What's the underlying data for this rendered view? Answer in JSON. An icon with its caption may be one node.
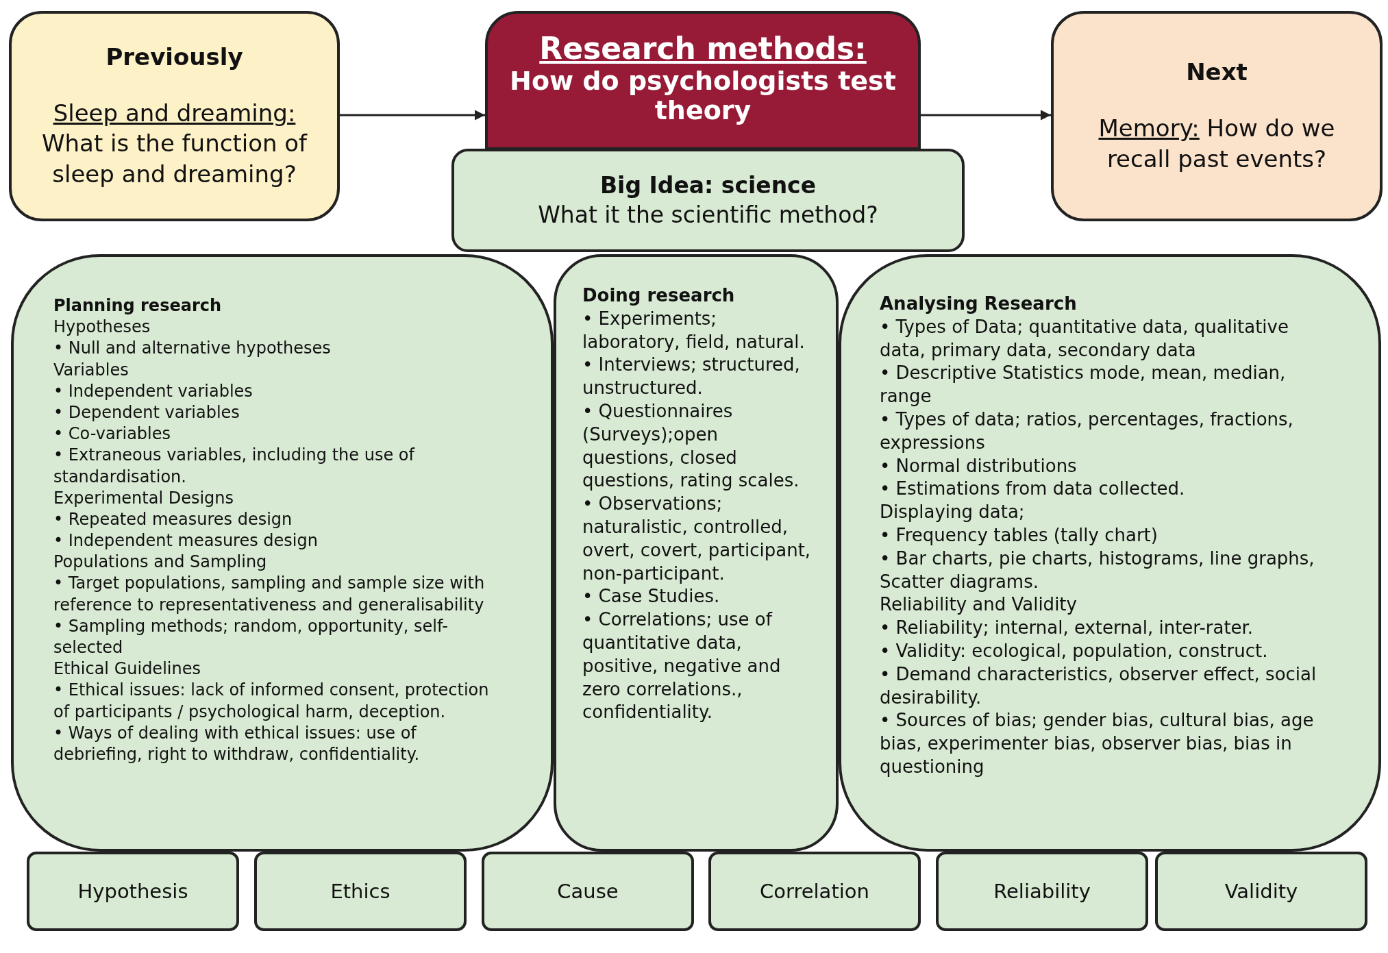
{
  "diagram": {
    "nodes": [
      {
        "text": [
          "Previously",
          "Sleep and dreaming:",
          "What is the function of sleep and dreaming?"
        ]
      },
      {
        "text": [
          "Research methods:",
          "How do psychologists test theory"
        ]
      },
      {
        "text": [
          "Next",
          "Memory:",
          "How do we recall past events?"
        ]
      },
      {
        "text": [
          "Big Idea: science",
          "What it the scientific method?"
        ]
      },
      {
        "text": [
          "Planning research",
          "Hypotheses",
          "• Null and alternative hypotheses",
          "Variables",
          "• Independent variables",
          "• Dependent variables",
          "• Co-variables",
          "• Extraneous variables, including the use of standardisation.",
          "Experimental Designs",
          "• Repeated measures design",
          "• Independent measures design",
          "Populations and Sampling",
          "• Target populations, sampling and sample size with reference to representativeness and generalisability",
          "• Sampling methods; random, opportunity, self-selected",
          "Ethical Guidelines",
          "• Ethical issues: lack of informed consent, protection of participants / psychological harm, deception.",
          "• Ways of dealing with ethical issues: use of debriefing, right to withdraw, confidentiality."
        ]
      },
      {
        "text": [
          "Doing research",
          "• Experiments; laboratory, field, natural.",
          "• Interviews; structured, unstructured.",
          "• Questionnaires (Surveys);open questions, closed questions, rating scales.",
          "• Observations; naturalistic, controlled, overt, covert, participant, non-participant.",
          "• Case Studies.",
          "• Correlations; use of quantitative data, positive, negative and zero correlations., confidentiality."
        ]
      },
      {
        "text": [
          "Analysing Research",
          "• Types of Data; quantitative data, qualitative data, primary data, secondary data",
          "• Descriptive Statistics mode, mean, median, range",
          "• Types of data; ratios, percentages, fractions, expressions",
          "• Normal distributions",
          "• Estimations from data collected.",
          "Displaying data;",
          "• Frequency tables (tally chart)",
          "• Bar charts, pie charts, histograms, line graphs, Scatter diagrams.",
          "Reliability and Validity",
          "• Reliability; internal, external, inter-rater.",
          "• Validity: ecological, population, construct.",
          "• Demand characteristics, observer effect, social desirability.",
          "• Sources of bias; gender bias, cultural bias, age bias, experimenter bias, observer bias, bias in questioning"
        ]
      },
      {
        "text": [
          "Hypothesis"
        ]
      },
      {
        "text": [
          "Ethics"
        ]
      },
      {
        "text": [
          "Cause"
        ]
      },
      {
        "text": [
          "Correlation"
        ]
      },
      {
        "text": [
          "Reliability"
        ]
      },
      {
        "text": [
          "Validity"
        ]
      }
    ],
    "edges": [
      {
        "from": 0,
        "to": 1,
        "arrow": "to"
      },
      {
        "from": 1,
        "to": 2,
        "arrow": "to"
      }
    ]
  }
}
